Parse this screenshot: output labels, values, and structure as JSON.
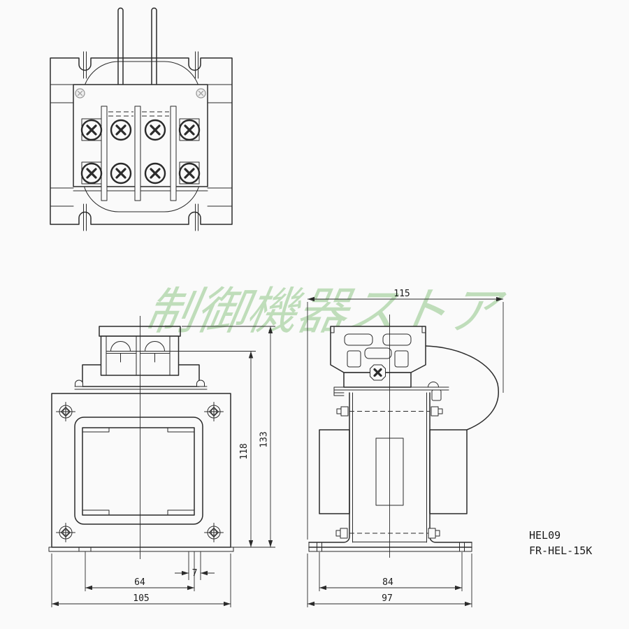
{
  "watermark": {
    "text": "制御機器ストア",
    "color": "#8fc687"
  },
  "part_labels": {
    "model": "HEL09",
    "part_number": "FR-HEL-15K"
  },
  "dimensions": {
    "front_view": {
      "total_width": "105",
      "mount_slot_span": "64",
      "mount_slot_width": "7",
      "height_to_terminal_seat": "118",
      "total_height": "133"
    },
    "side_view": {
      "total_depth": "115",
      "mount_slot_span": "84",
      "base_depth": "97"
    }
  },
  "colors": {
    "line": "#2b2b2b",
    "background": "#fafafa",
    "watermark_green": "#8fc687"
  }
}
